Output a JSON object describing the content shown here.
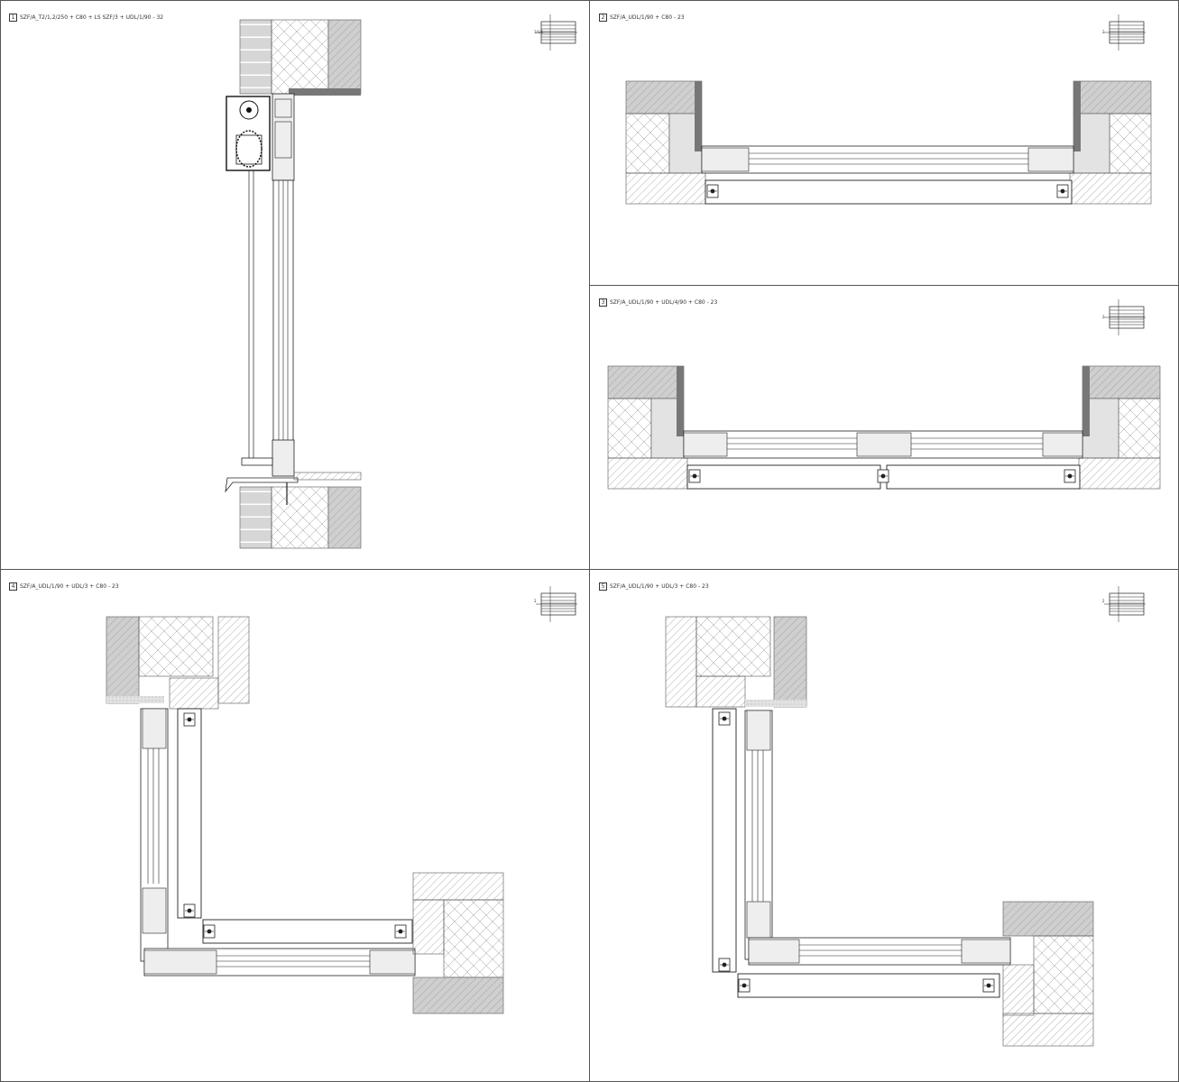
{
  "panels": [
    {
      "number": "1",
      "label": "SZF/A_T2/1,2/250 + C80 + LS SZF/3 + UDL/1/90 - 32",
      "key_label": "1/1/1"
    },
    {
      "number": "2",
      "label": "SZF/A_UDL/1/90 + C80 - 23",
      "key_label": "2"
    },
    {
      "number": "3",
      "label": "SZF/A_UDL/1/90 + UDL/4/90 + C80 - 23",
      "key_label": "2"
    },
    {
      "number": "4",
      "label": "SZF/A_UDL/1/90 + UDL/3 + C80 - 23",
      "key_label": "2"
    },
    {
      "number": "5",
      "label": "SZF/A_UDL/1/90 + UDL/3 + C80 - 23",
      "key_label": "2"
    }
  ],
  "colors": {
    "line": "#222222",
    "hatch": "#888888",
    "brick": "#cfcfcf",
    "wall": "#7a7a7a",
    "border": "#555555"
  }
}
